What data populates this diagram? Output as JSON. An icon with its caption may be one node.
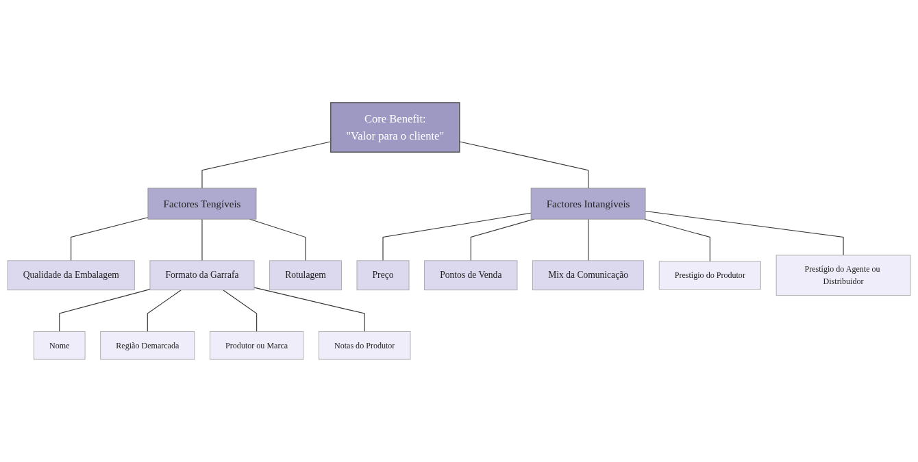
{
  "diagram": {
    "nodes": [
      {
        "text": [
          "Core Benefit:",
          "\"Valor para o cliente\""
        ]
      },
      {
        "text": [
          "Factores Tengíveis"
        ]
      },
      {
        "text": [
          "Factores Intangíveis"
        ]
      },
      {
        "text": [
          "Qualidade da Embalagem"
        ]
      },
      {
        "text": [
          "Formato da Garrafa"
        ]
      },
      {
        "text": [
          "Rotulagem"
        ]
      },
      {
        "text": [
          "Preço"
        ]
      },
      {
        "text": [
          "Pontos de Venda"
        ]
      },
      {
        "text": [
          "Mix da Comunicação"
        ]
      },
      {
        "text": [
          "Nome"
        ]
      },
      {
        "text": [
          "Região Demarcada"
        ]
      },
      {
        "text": [
          "Produtor ou Marca"
        ]
      },
      {
        "text": [
          "Notas do Produtor"
        ]
      },
      {
        "text": [
          "Prestígio do Produtor"
        ]
      },
      {
        "text": [
          "Prestígio do Agente ou Distribuidor"
        ]
      }
    ],
    "edges": [
      {
        "from": 0,
        "to": 1,
        "arrow": "none"
      },
      {
        "from": 0,
        "to": 2,
        "arrow": "none"
      },
      {
        "from": 1,
        "to": 3,
        "arrow": "none"
      },
      {
        "from": 1,
        "to": 4,
        "arrow": "none"
      },
      {
        "from": 1,
        "to": 5,
        "arrow": "none"
      },
      {
        "from": 2,
        "to": 6,
        "arrow": "none"
      },
      {
        "from": 2,
        "to": 13,
        "arrow": "none"
      },
      {
        "from": 2,
        "to": 7,
        "arrow": "none"
      },
      {
        "from": 2,
        "to": 14,
        "arrow": "none"
      },
      {
        "from": 2,
        "to": 8,
        "arrow": "none"
      },
      {
        "from": 4,
        "to": 9,
        "arrow": "none"
      },
      {
        "from": 4,
        "to": 10,
        "arrow": "none"
      },
      {
        "from": 4,
        "to": 11,
        "arrow": "none"
      },
      {
        "from": 4,
        "to": 12,
        "arrow": "none"
      }
    ]
  }
}
